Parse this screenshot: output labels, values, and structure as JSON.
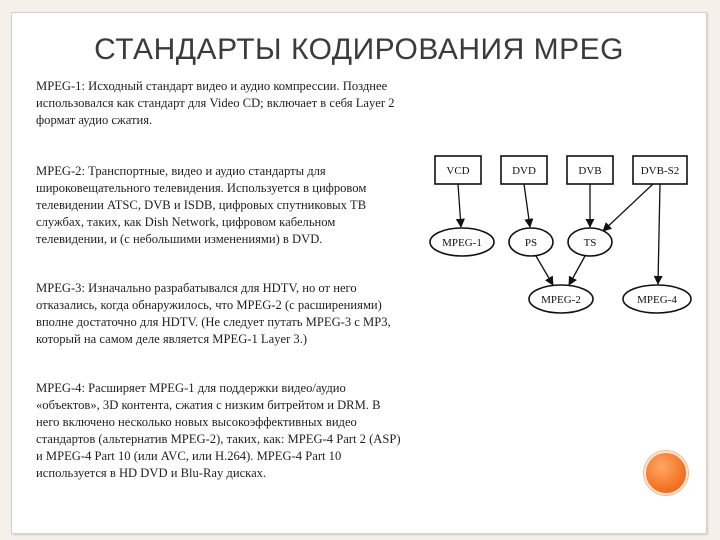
{
  "slide": {
    "title": "СТАНДАРТЫ КОДИРОВАНИЯ MPEG",
    "sections": [
      {
        "heading": "MPEG-1:",
        "text": " Исходный стандарт видео и аудио компрессии. Позднее использовался как стандарт для Video CD; включает в себя Layer 2 формат аудио сжатия."
      },
      {
        "heading": "MPEG-2:",
        "text": " Транспортные, видео и аудио стандарты для широковещательного телевидения. Используется в цифровом телевидении ATSC, DVB и ISDB, цифровых спутниковых ТВ службах, таких, как Dish Network, цифровом кабельном телевидении, и (с небольшими изменениями) в DVD."
      },
      {
        "heading": "MPEG-3:",
        "text": " Изначально разрабатывался для HDTV, но от него отказались, когда обнаружилось, что MPEG-2 (с расширениями) вполне достаточно для HDTV. (Не следует путать MPEG-3 с MP3, который на самом деле является MPEG-1 Layer 3.)"
      },
      {
        "heading": "MPEG-4:",
        "text": " Расширяет MPEG-1 для поддержки видео/аудио «объектов», 3D контента, сжатия с низким битрейтом и DRM. В него включено несколько новых высокоэффективных видео стандартов (альтернатив MPEG-2), таких, как: MPEG-4 Part 2 (ASP) и MPEG-4 Part 10 (или AVC, или H.264). MPEG-4 Part 10 используется в HD DVD и Blu-Ray дисках."
      }
    ]
  },
  "diagram": {
    "nodes": {
      "vcd": "VCD",
      "dvd": "DVD",
      "dvb": "DVB",
      "dvbs2": "DVB-S2",
      "mpeg1": "MPEG-1",
      "ps": "PS",
      "ts": "TS",
      "mpeg2": "MPEG-2",
      "mpeg4": "MPEG-4"
    }
  },
  "colors": {
    "background": "#f6f0ea",
    "accent_circle": "#f26d1c"
  }
}
